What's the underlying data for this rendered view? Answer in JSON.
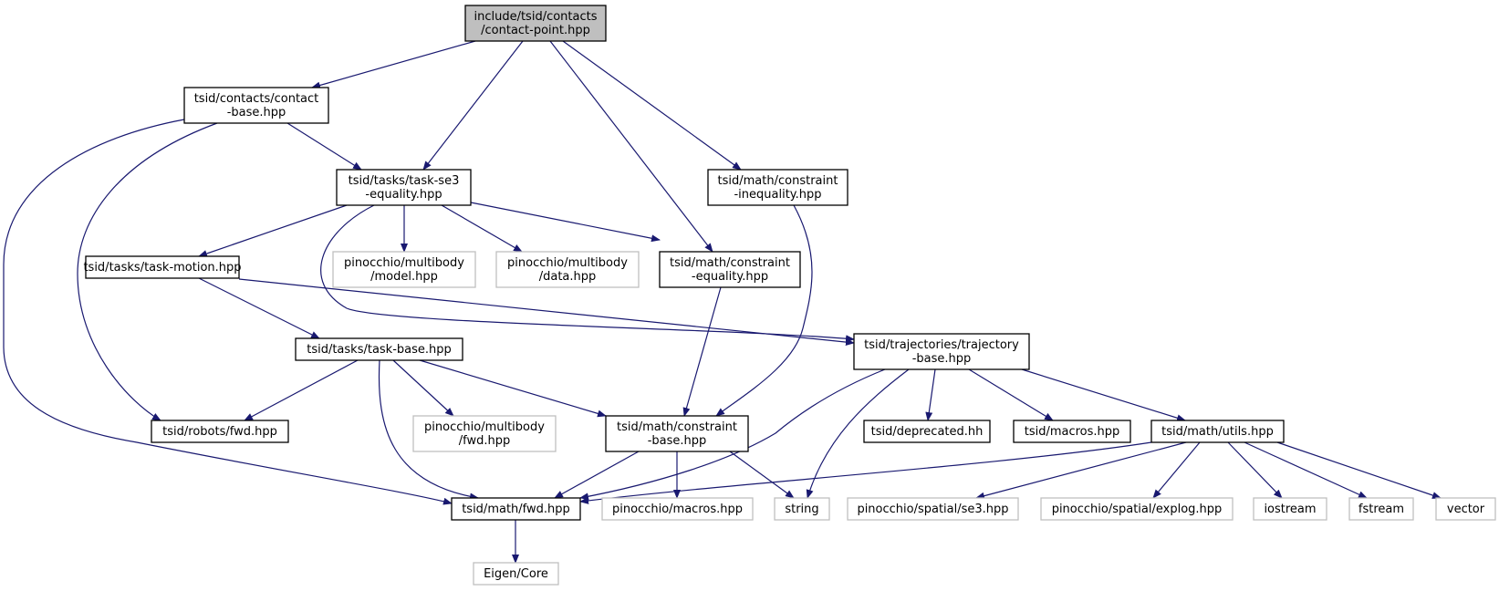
{
  "graph": {
    "colors": {
      "edge": "#191970",
      "root_fill": "#bfbfbf",
      "local_border": "#000000",
      "external_border": "#bfbfbf"
    },
    "nodes": [
      {
        "id": "root",
        "kind": "root",
        "lines": [
          "include/tsid/contacts",
          "/contact-point.hpp"
        ]
      },
      {
        "id": "contact_base",
        "kind": "local",
        "lines": [
          "tsid/contacts/contact",
          "-base.hpp"
        ]
      },
      {
        "id": "task_se3",
        "kind": "local",
        "lines": [
          "tsid/tasks/task-se3",
          "-equality.hpp"
        ]
      },
      {
        "id": "ineq",
        "kind": "local",
        "lines": [
          "tsid/math/constraint",
          "-inequality.hpp"
        ]
      },
      {
        "id": "task_motion",
        "kind": "local",
        "lines": [
          "tsid/tasks/task-motion.hpp"
        ]
      },
      {
        "id": "pin_model",
        "kind": "external",
        "lines": [
          "pinocchio/multibody",
          "/model.hpp"
        ]
      },
      {
        "id": "pin_data",
        "kind": "external",
        "lines": [
          "pinocchio/multibody",
          "/data.hpp"
        ]
      },
      {
        "id": "equality",
        "kind": "local",
        "lines": [
          "tsid/math/constraint",
          "-equality.hpp"
        ]
      },
      {
        "id": "task_base",
        "kind": "local",
        "lines": [
          "tsid/tasks/task-base.hpp"
        ]
      },
      {
        "id": "traj_base",
        "kind": "local",
        "lines": [
          "tsid/trajectories/trajectory",
          "-base.hpp"
        ]
      },
      {
        "id": "robots_fwd",
        "kind": "local",
        "lines": [
          "tsid/robots/fwd.hpp"
        ]
      },
      {
        "id": "pin_fwd",
        "kind": "external",
        "lines": [
          "pinocchio/multibody",
          "/fwd.hpp"
        ]
      },
      {
        "id": "cbase",
        "kind": "local",
        "lines": [
          "tsid/math/constraint",
          "-base.hpp"
        ]
      },
      {
        "id": "deprecated",
        "kind": "local",
        "lines": [
          "tsid/deprecated.hh"
        ]
      },
      {
        "id": "macros",
        "kind": "local",
        "lines": [
          "tsid/macros.hpp"
        ]
      },
      {
        "id": "utils",
        "kind": "local",
        "lines": [
          "tsid/math/utils.hpp"
        ]
      },
      {
        "id": "math_fwd",
        "kind": "local",
        "lines": [
          "tsid/math/fwd.hpp"
        ]
      },
      {
        "id": "pin_macros",
        "kind": "external",
        "lines": [
          "pinocchio/macros.hpp"
        ]
      },
      {
        "id": "string",
        "kind": "external",
        "lines": [
          "string"
        ]
      },
      {
        "id": "se3",
        "kind": "external",
        "lines": [
          "pinocchio/spatial/se3.hpp"
        ]
      },
      {
        "id": "explog",
        "kind": "external",
        "lines": [
          "pinocchio/spatial/explog.hpp"
        ]
      },
      {
        "id": "iostream",
        "kind": "external",
        "lines": [
          "iostream"
        ]
      },
      {
        "id": "fstream",
        "kind": "external",
        "lines": [
          "fstream"
        ]
      },
      {
        "id": "vector",
        "kind": "external",
        "lines": [
          "vector"
        ]
      },
      {
        "id": "eigen",
        "kind": "external",
        "lines": [
          "Eigen/Core"
        ]
      }
    ],
    "edges": [
      {
        "from": "root",
        "to": "contact_base"
      },
      {
        "from": "root",
        "to": "task_se3"
      },
      {
        "from": "root",
        "to": "equality"
      },
      {
        "from": "root",
        "to": "ineq"
      },
      {
        "from": "contact_base",
        "to": "task_se3"
      },
      {
        "from": "contact_base",
        "to": "robots_fwd"
      },
      {
        "from": "contact_base",
        "to": "math_fwd"
      },
      {
        "from": "task_se3",
        "to": "task_motion"
      },
      {
        "from": "task_se3",
        "to": "pin_model"
      },
      {
        "from": "task_se3",
        "to": "pin_data"
      },
      {
        "from": "task_se3",
        "to": "equality"
      },
      {
        "from": "task_se3",
        "to": "traj_base"
      },
      {
        "from": "task_motion",
        "to": "task_base"
      },
      {
        "from": "task_motion",
        "to": "traj_base"
      },
      {
        "from": "ineq",
        "to": "cbase"
      },
      {
        "from": "equality",
        "to": "cbase"
      },
      {
        "from": "task_base",
        "to": "robots_fwd"
      },
      {
        "from": "task_base",
        "to": "math_fwd"
      },
      {
        "from": "task_base",
        "to": "pin_fwd"
      },
      {
        "from": "task_base",
        "to": "cbase"
      },
      {
        "from": "traj_base",
        "to": "math_fwd"
      },
      {
        "from": "traj_base",
        "to": "string"
      },
      {
        "from": "traj_base",
        "to": "deprecated"
      },
      {
        "from": "traj_base",
        "to": "macros"
      },
      {
        "from": "traj_base",
        "to": "utils"
      },
      {
        "from": "cbase",
        "to": "math_fwd"
      },
      {
        "from": "cbase",
        "to": "pin_macros"
      },
      {
        "from": "cbase",
        "to": "string"
      },
      {
        "from": "utils",
        "to": "math_fwd"
      },
      {
        "from": "utils",
        "to": "se3"
      },
      {
        "from": "utils",
        "to": "explog"
      },
      {
        "from": "utils",
        "to": "iostream"
      },
      {
        "from": "utils",
        "to": "fstream"
      },
      {
        "from": "utils",
        "to": "vector"
      },
      {
        "from": "math_fwd",
        "to": "eigen"
      }
    ]
  }
}
